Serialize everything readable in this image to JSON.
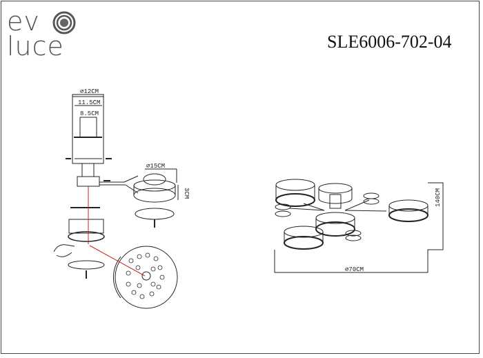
{
  "brand": {
    "line1": "ev",
    "line2": "luce",
    "icon": "concentric-circle-logo-icon"
  },
  "model_number": "SLE6006-702-04",
  "assembly_diagram": {
    "dimensions": {
      "mount_diameter": "⌀12CM",
      "bracket_width": "11.5CM",
      "screw_spacing": "8.5CM",
      "shade_diameter": "⌀15CM",
      "shade_height": "3CM"
    }
  },
  "overview_diagram": {
    "dimensions": {
      "total_width": "⌀70CM",
      "total_height": "140CM"
    }
  },
  "colors": {
    "line": "#222222",
    "wire": "#cc2222",
    "logo": "#555555"
  }
}
